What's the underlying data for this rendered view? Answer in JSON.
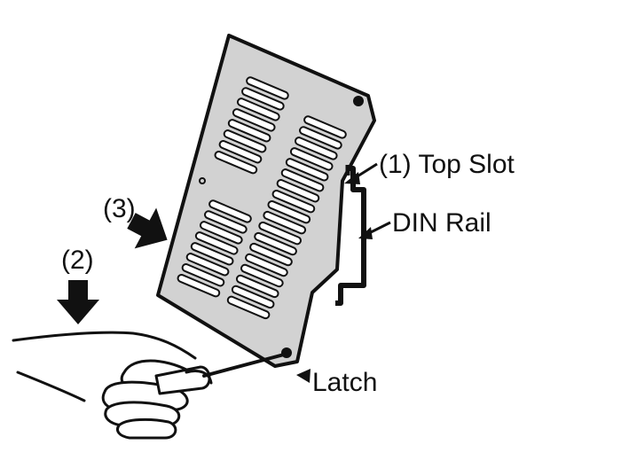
{
  "labels": {
    "top_slot": "(1) Top Slot",
    "din_rail": "DIN Rail",
    "step_2": "(2)",
    "step_3": "(3)",
    "latch": "Latch"
  },
  "colors": {
    "module_fill": "#d2d2d2",
    "outline": "#111111",
    "slot_fill": "#ffffff",
    "background": "#ffffff"
  },
  "icons": {
    "step_2_arrow": "down-arrow-icon",
    "step_3_arrow": "right-arrow-icon"
  }
}
